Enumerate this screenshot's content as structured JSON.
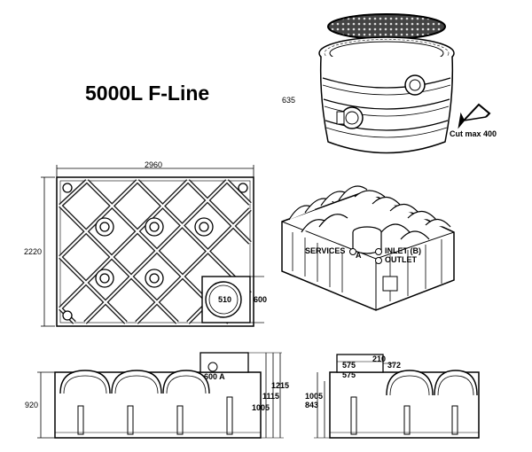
{
  "title": "5000L F-Line",
  "riser": {
    "height": "635",
    "cut_note": "Cut max 400",
    "tool_icon": "hacksaw-icon"
  },
  "plan_view": {
    "width": "2960",
    "height": "2220",
    "riser_inner": "510",
    "riser_outer": "600"
  },
  "iso_view": {
    "services_label": "SERVICES",
    "services_marker": "A",
    "inlet_label": "INLET (B)",
    "outlet_label": "OUTLET"
  },
  "side_view": {
    "tank_height": "920",
    "riser_label": "600 A",
    "dim_1005": "1005",
    "dim_1115": "1115",
    "dim_1215": "1215"
  },
  "end_view": {
    "dim_1005": "1005",
    "dim_843": "843",
    "dim_575_top": "575",
    "dim_575_bottom": "575",
    "dim_210": "210",
    "dim_372": "372"
  }
}
